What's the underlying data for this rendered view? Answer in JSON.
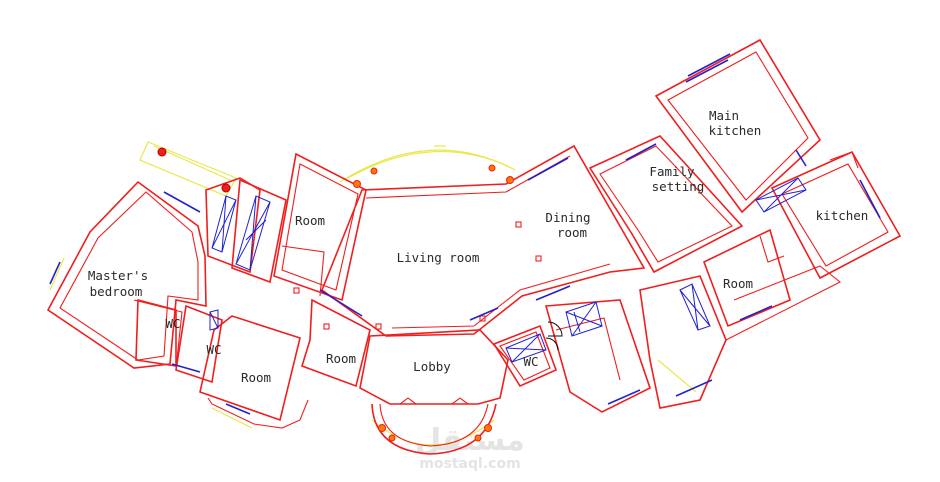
{
  "rooms": {
    "master_bedroom": [
      "Master's",
      "bedroom"
    ],
    "wc_left": "WC",
    "wc_mid": "WC",
    "room_bottom_left": "Room",
    "room_top": "Room",
    "room_small": "Room",
    "living_room": "Living room",
    "lobby": "Lobby",
    "wc_right": "WC",
    "dining_room": [
      "Dining",
      "room"
    ],
    "family_setting": [
      "Family",
      "setting"
    ],
    "main_kitchen": [
      "Main",
      "kitchen"
    ],
    "kitchen": "kitchen",
    "room_right": "Room"
  },
  "watermark": {
    "arabic": "مستقل",
    "url": "mostaql.com"
  },
  "colors": {
    "walls": "#f01e1e",
    "windows": "#2222cc",
    "terrace": "#e9e84a",
    "text": "#2a2a2a"
  }
}
